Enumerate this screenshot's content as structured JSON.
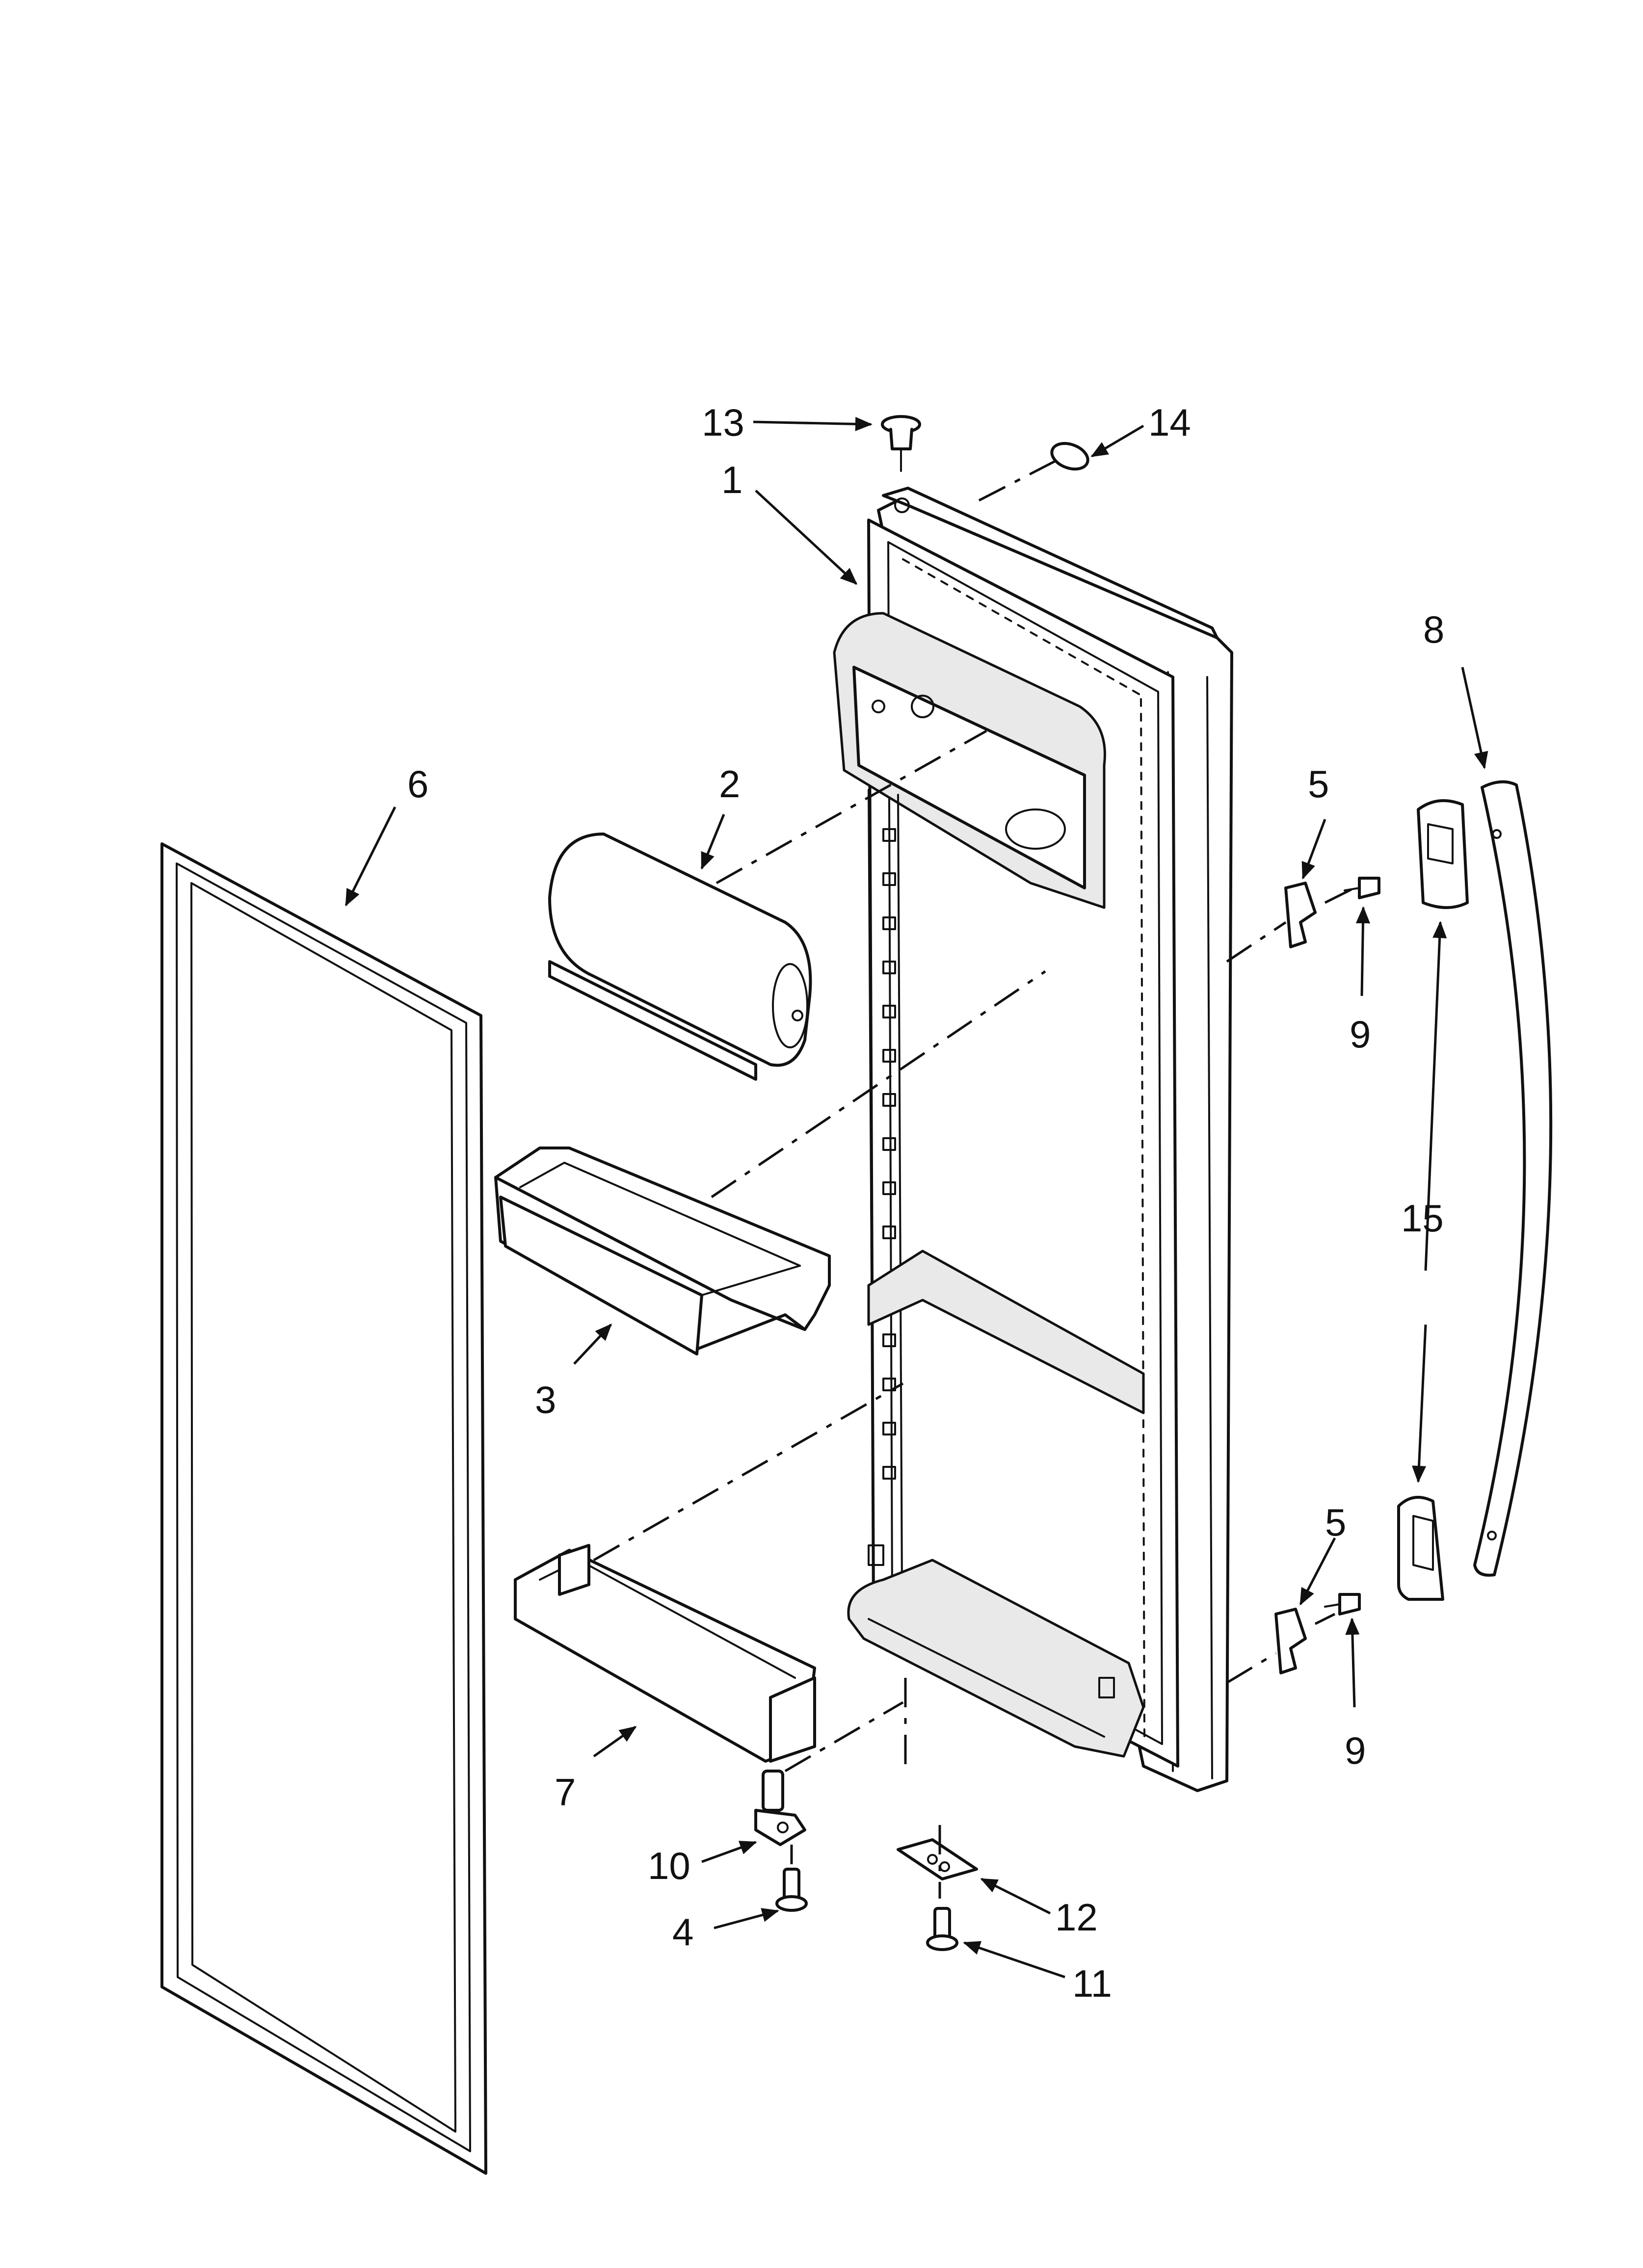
{
  "diagram": {
    "labels": {
      "p1": "1",
      "p2": "2",
      "p3": "3",
      "p4": "4",
      "p5a": "5",
      "p5b": "5",
      "p6": "6",
      "p7": "7",
      "p8": "8",
      "p9a": "9",
      "p9b": "9",
      "p10": "10",
      "p11": "11",
      "p12": "12",
      "p13": "13",
      "p14": "14",
      "p15": "15"
    }
  }
}
